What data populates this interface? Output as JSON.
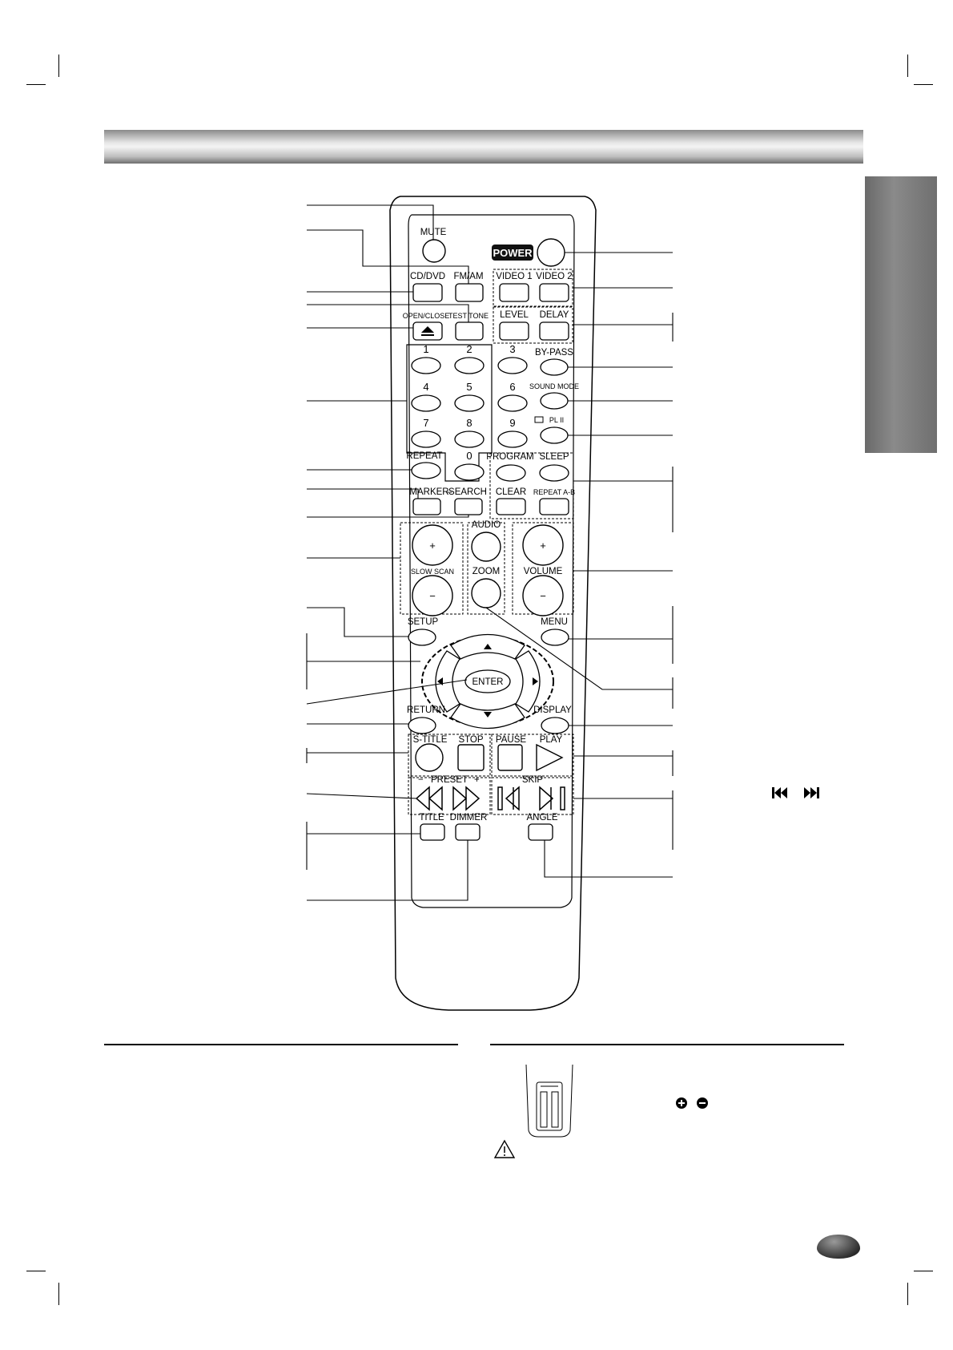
{
  "remote": {
    "buttons": {
      "mute": "MUTE",
      "power": "POWER",
      "cd_dvd": "CD/DVD",
      "fm_am": "FM/AM",
      "video1": "VIDEO 1",
      "video2": "VIDEO 2",
      "open_close": "OPEN/CLOSE",
      "test_tone": "TEST TONE",
      "level": "LEVEL",
      "delay": "DELAY",
      "by_pass": "BY-PASS",
      "sound_mode": "SOUND MODE",
      "pl2": "PL II",
      "repeat": "REPEAT",
      "program": "PROGRAM",
      "sleep": "SLEEP",
      "marker": "MARKER",
      "search": "SEARCH",
      "clear": "CLEAR",
      "repeat_ab": "REPEAT A-B",
      "audio": "AUDIO",
      "zoom": "ZOOM",
      "slow_scan": "SLOW SCAN",
      "volume": "VOLUME",
      "plus": "+",
      "minus": "−",
      "setup": "SETUP",
      "menu": "MENU",
      "enter": "ENTER",
      "return": "RETURN",
      "display": "DISPLAY",
      "s_title": "S-TITLE",
      "stop": "STOP",
      "pause": "PAUSE",
      "play": "PLAY",
      "preset": "PRESET",
      "skip": "SKIP",
      "title": "TITLE",
      "dimmer": "DIMMER",
      "angle": "ANGLE"
    },
    "digits": [
      "1",
      "2",
      "3",
      "4",
      "5",
      "6",
      "7",
      "8",
      "9",
      "0"
    ]
  },
  "skip_icons": "⏮ ⏭",
  "battery_polarity": [
    "+",
    "−"
  ],
  "icons": {
    "warning": "warning-icon",
    "skip": "skip-icon",
    "polarity": "polarity-icon"
  },
  "colors": {
    "header_gradient": "#bdbdbd",
    "side_tab": "#777777",
    "power_button": "#000000"
  }
}
